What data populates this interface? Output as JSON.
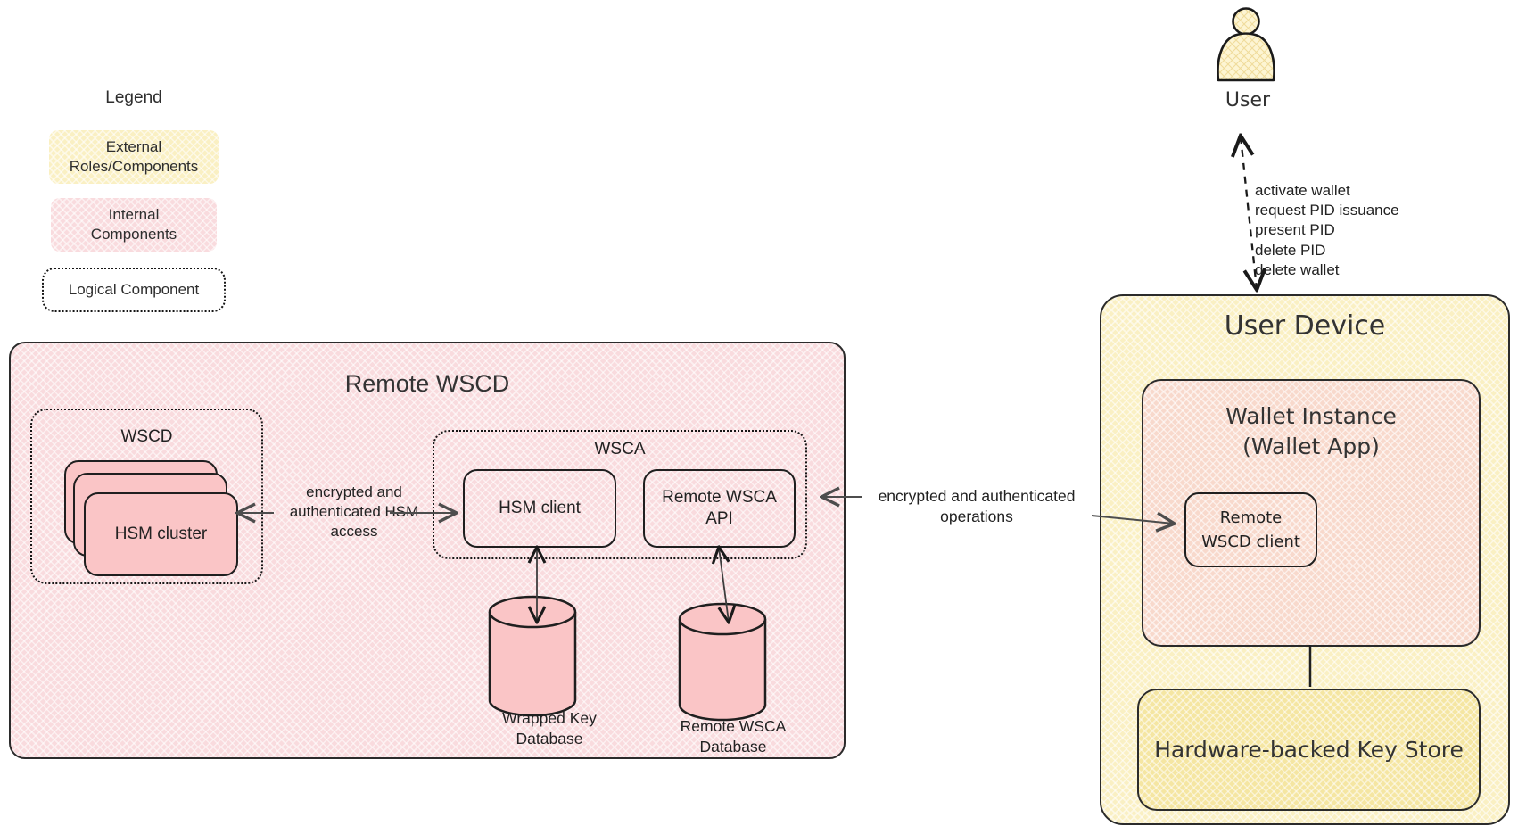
{
  "colors": {
    "internal_pink_container": "#f9dbde",
    "internal_pink_component": "#fac5c6",
    "external_yellow": "#faf0c3",
    "keystore_yellow": "#f5e6a2",
    "wallet_peach": "#f8d9cc",
    "border_dark": "#1f1f1f",
    "arrow_gray": "#4d4d4d",
    "text": "#2e2e2e"
  },
  "legend": {
    "title": "Legend",
    "external_label": "External\nRoles/Components",
    "internal_label": "Internal\nComponents",
    "logical_label": "Logical Component"
  },
  "remote_wscd": {
    "title": "Remote WSCD",
    "wscd": {
      "label": "WSCD",
      "hsm_cluster_label": "HSM cluster"
    },
    "wsca": {
      "label": "WSCA",
      "hsm_client_label": "HSM client",
      "remote_wsca_api_label": "Remote WSCA\nAPI"
    },
    "hsm_access_label": "encrypted and\nauthenticated HSM\naccess",
    "wrapped_key_db_label": "Wrapped Key\nDatabase",
    "remote_wsca_db_label": "Remote WSCA\nDatabase"
  },
  "operations_label": "encrypted and authenticated\noperations",
  "user": {
    "label": "User",
    "actions": [
      "activate wallet",
      "request PID issuance",
      "present PID",
      "delete PID",
      "delete wallet"
    ]
  },
  "user_device": {
    "title": "User Device",
    "wallet_instance": {
      "title": "Wallet Instance\n(Wallet App)",
      "remote_wscd_client_label": "Remote\nWSCD client"
    },
    "keystore_label": "Hardware-backed Key Store"
  }
}
